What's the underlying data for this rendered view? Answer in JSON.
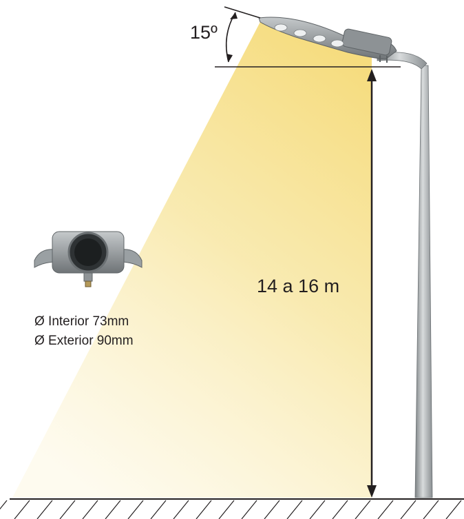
{
  "labels": {
    "angle": "15º",
    "height": "14 a 16 m",
    "interior_diameter": "Ø Interior 73mm",
    "exterior_diameter": "Ø Exterior 90mm"
  },
  "colors": {
    "light_beam": "#f7e08e",
    "pole": "#9ea3a6",
    "luminaire": "#8c9194",
    "line": "#231f20"
  },
  "icons": {
    "luminaire": "street-light-luminaire-icon",
    "fitting": "pole-fitting-icon"
  }
}
